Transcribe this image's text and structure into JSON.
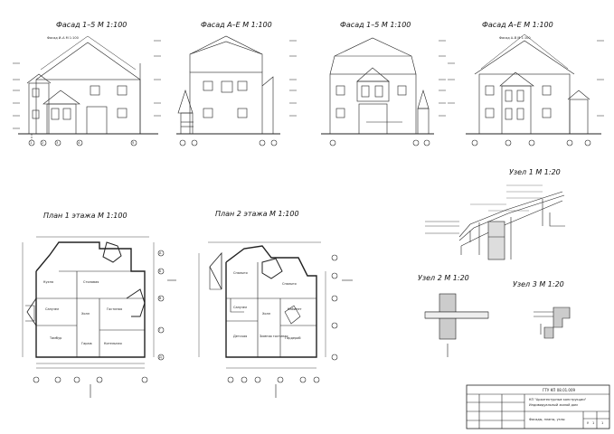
{
  "sheet": {
    "titles": {
      "facade_1_5_left": "Фасад 1–5 М 1:100",
      "facade_a_e_left": "Фасад А–Е М 1:100",
      "facade_1_5_right": "Фасад 1–5 М 1:100",
      "facade_a_e_right": "Фасад А–Е М 1:100",
      "plan_floor_1": "План 1 этажа М 1:100",
      "plan_floor_2": "План 2 этажа М 1:100",
      "node_1": "Узел 1 М 1:20",
      "node_2": "Узел 2 М 1:20",
      "node_3": "Узел 3 М 1:20"
    },
    "facade_subtitles": {
      "first": "Фасад И–А М 1:100",
      "fourth": "Фасад А–В М 1:100"
    },
    "plan1_rooms": [
      "Кухня",
      "Столовая",
      "Гостиная",
      "Холл",
      "Санузел",
      "Котельная",
      "Тамбур",
      "Гараж"
    ],
    "plan2_rooms": [
      "Спальня",
      "Спальня",
      "Кабинет",
      "Детская",
      "Холл",
      "Санузел",
      "Гардероб",
      "Зимняя гостиная"
    ],
    "axis_letters": [
      "А",
      "Б",
      "В",
      "Г",
      "Д",
      "Е"
    ],
    "axis_numbers": [
      "1",
      "2",
      "3",
      "4",
      "5"
    ],
    "stamp": {
      "code": "ГТУ КП 08.01.009",
      "org": "КП \"Архитектурные конструкции\"",
      "org2": "Индивидуальный жилой дом",
      "doc_title": "Фасады, планы, узлы",
      "stage": "У",
      "sheet": "1",
      "sheets": "1"
    }
  }
}
